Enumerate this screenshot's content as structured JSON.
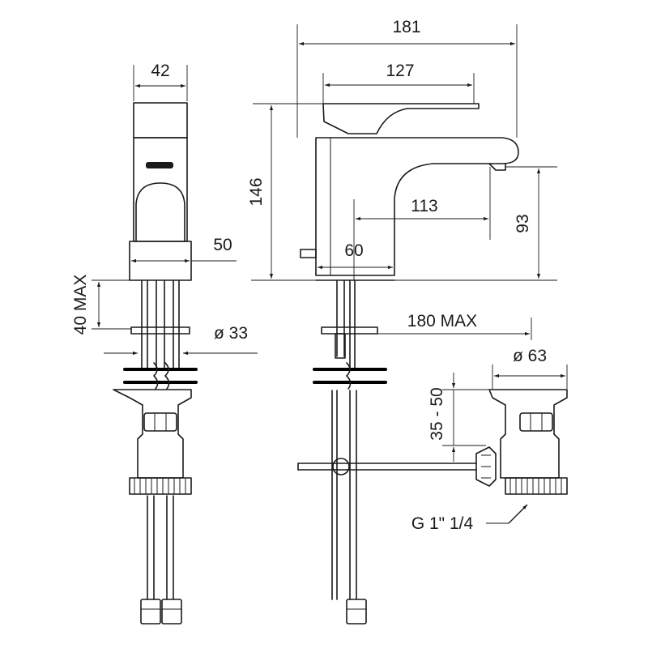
{
  "dimensions": {
    "d181": "181",
    "d127": "127",
    "d42": "42",
    "d146": "146",
    "d113": "113",
    "d93": "93",
    "d50": "50",
    "d60": "60",
    "d40max": "40 MAX",
    "d33": "ø 33",
    "d180max": "180 MAX",
    "d63": "ø 63",
    "d3550": "35 - 50",
    "thread": "G 1\" 1/4"
  }
}
